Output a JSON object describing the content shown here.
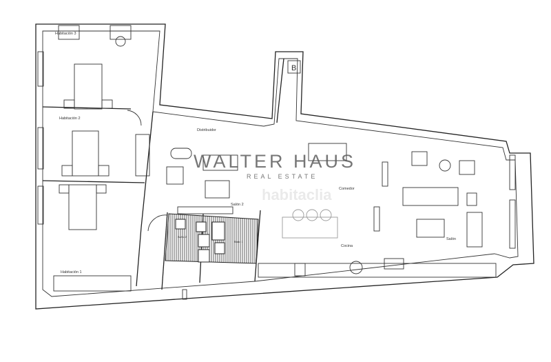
{
  "rooms": {
    "habitacion3": "Habitación 3",
    "habitacion2": "Habitación 2",
    "habitacion1": "Habitación 1",
    "distribuidor": "Distribuidor",
    "salon2": "Salón 2",
    "comedor": "Comedor",
    "cocina": "Cocina",
    "salon": "Salón",
    "bano2": "Baño 2",
    "bano1": "Baño 1",
    "elevator": "B"
  },
  "watermark": {
    "brand": "WALTER HAUS",
    "tagline": "REAL ESTATE",
    "portal": "habitaclia"
  }
}
